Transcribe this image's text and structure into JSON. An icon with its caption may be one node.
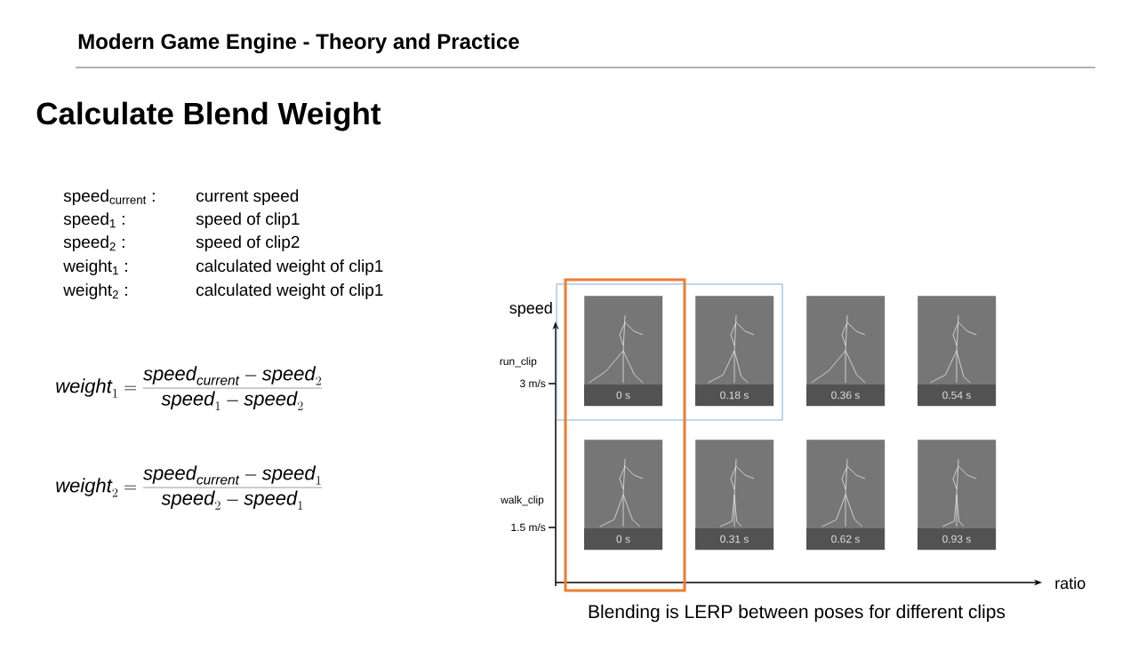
{
  "diagram": {
    "title": "Calculate Blend Weight",
    "caption": "Blending is LERP between poses for different clips",
    "nodes": [
      {
        "text": [
          "0 s"
        ]
      },
      {
        "text": [
          "0.18 s"
        ]
      },
      {
        "text": [
          "0.36 s"
        ]
      },
      {
        "text": [
          "0.54 s"
        ]
      },
      {
        "text": [
          "0 s"
        ]
      },
      {
        "text": [
          "0.31 s"
        ]
      },
      {
        "text": [
          "0.62 s"
        ]
      },
      {
        "text": [
          "0.93 s"
        ]
      }
    ],
    "labels": [
      "Modern Game Engine - Theory and Practice",
      "speed$_{current}$ :",
      "current speed",
      "speed$_{1}$ :",
      "speed of clip1",
      "speed$_{2}$ :",
      "speed of clip2",
      "weight$_{1}$ :",
      "calculated weight of clip1",
      "weight$_{2}$ :",
      "calculated weight of clip1",
      "\\mathit{weight}_1=\\frac{\\mathit{speed}_{\\mathit{current}}-\\mathit{speed}_2}{\\mathit{speed}_1-\\mathit{speed}_2}",
      "\\mathit{weight}_2=\\frac{\\mathit{speed}_{\\mathit{current}}-\\mathit{speed}_1}{\\mathit{speed}_2-\\mathit{speed}_1}",
      "speed",
      "run_clip",
      "3 m/s",
      "walk_clip",
      "1.5 m/s",
      "ratio"
    ]
  }
}
